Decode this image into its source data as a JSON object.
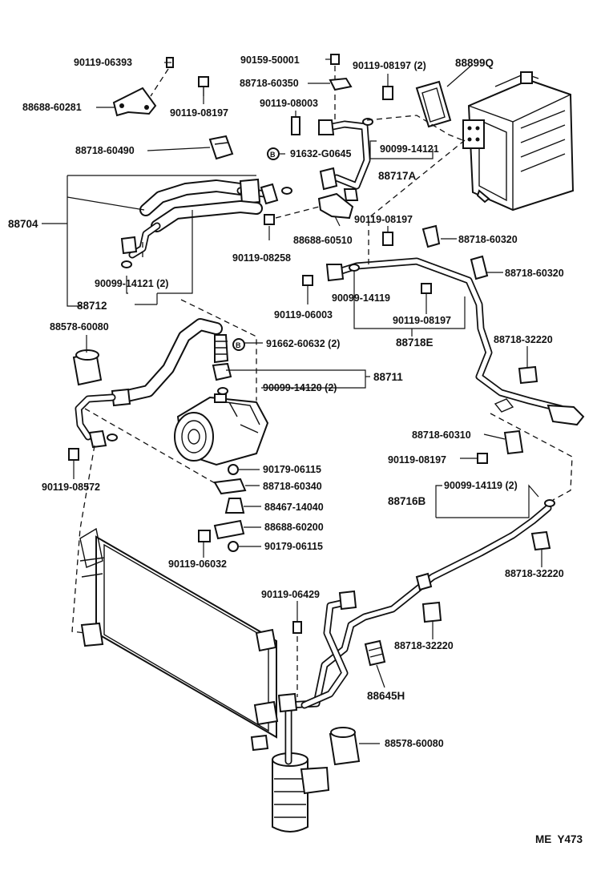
{
  "diagram_code": "ME  Y473",
  "labels": {
    "l01": "90119-06393",
    "l02": "90159-50001",
    "l03": "90119-08197 (2)",
    "l04": "88899Q",
    "l05": "88718-60350",
    "l06": "88688-60281",
    "l07": "90119-08197",
    "l08": "90119-08003",
    "l09": "88718-60490",
    "l10": "91632-G0645",
    "l11": "90099-14121",
    "l12": "88717A",
    "l13": "88704",
    "l14": "90119-08197",
    "l15": "88688-60510",
    "l16": "88718-60320",
    "l17": "90119-08258",
    "l18": "88718-60320",
    "l19": "90099-14121 (2)",
    "l20": "90099-14119",
    "l21": "88712",
    "l22": "90119-06003",
    "l23": "90119-08197",
    "l24": "88718E",
    "l25": "88578-60080",
    "l26": "88718-32220",
    "l27": "91662-60632 (2)",
    "l28": "88711",
    "l29": "90099-14120 (2)",
    "l30": "88718-60310",
    "l31": "90119-08197",
    "l32": "90179-06115",
    "l33": "90119-08572",
    "l34": "88718-60340",
    "l35": "90099-14119 (2)",
    "l36": "88716B",
    "l37": "88467-14040",
    "l38": "88688-60200",
    "l39": "90119-06032",
    "l40": "90179-06115",
    "l41": "88718-32220",
    "l42": "90119-06429",
    "l43": "88718-32220",
    "l44": "88645H",
    "l45": "88578-60080"
  }
}
